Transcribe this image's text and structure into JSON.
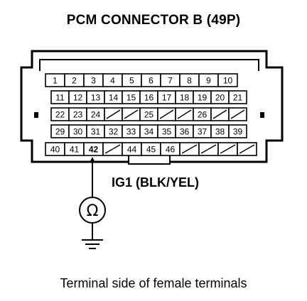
{
  "title": "PCM CONNECTOR B (49P)",
  "caption": "Terminal side of female terminals",
  "wire_label": "IG1 (BLK/YEL)",
  "meter_symbol": "Ω",
  "connector": {
    "rows": [
      [
        "1",
        "2",
        "3",
        "4",
        "5",
        "6",
        "7",
        "8",
        "9",
        "10"
      ],
      [
        "11",
        "12",
        "13",
        "14",
        "15",
        "16",
        "17",
        "18",
        "19",
        "20",
        "21"
      ],
      [
        "22",
        "23",
        "24",
        "",
        "",
        "25",
        "",
        "",
        "26",
        "",
        ""
      ],
      [
        "29",
        "30",
        "31",
        "32",
        "33",
        "34",
        "35",
        "36",
        "37",
        "38",
        "39"
      ],
      [
        "40",
        "41",
        "42",
        "",
        "44",
        "45",
        "46",
        "",
        "",
        "",
        ""
      ]
    ],
    "highlighted_terminal": "42"
  }
}
